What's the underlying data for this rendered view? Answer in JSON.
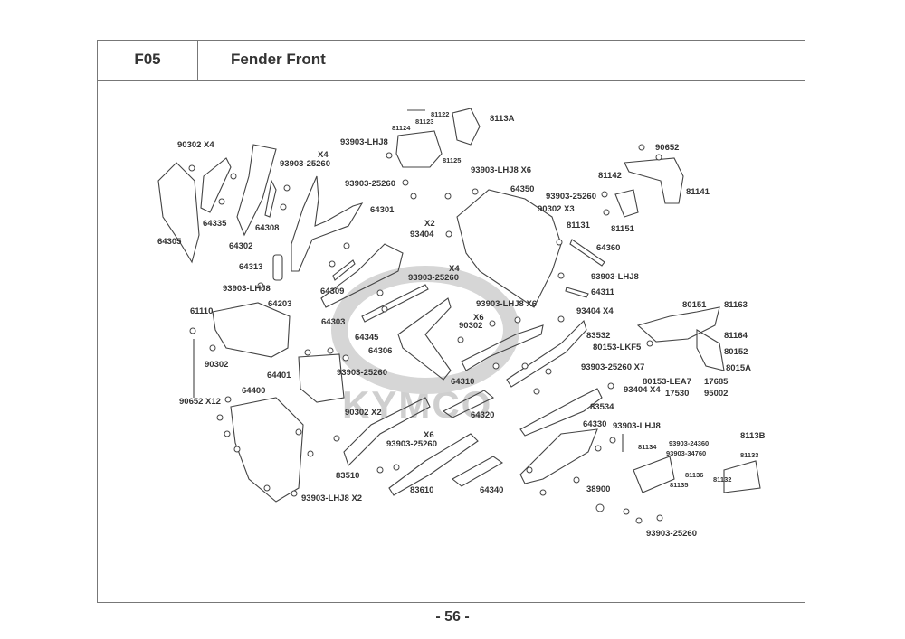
{
  "header": {
    "section_code": "F05",
    "title": "Fender Front"
  },
  "watermark": {
    "brand": "KYMCO"
  },
  "footer": {
    "page_number": "- 56 -"
  },
  "labels": [
    {
      "id": "l01",
      "text": "90302   X4"
    },
    {
      "id": "l02",
      "text": "64335"
    },
    {
      "id": "l03",
      "text": "64305"
    },
    {
      "id": "l04",
      "text": "64302"
    },
    {
      "id": "l05",
      "text": "64308"
    },
    {
      "id": "l06",
      "text": "X4"
    },
    {
      "id": "l07",
      "text": "93903-25260"
    },
    {
      "id": "l08",
      "text": "93903-LHJ8"
    },
    {
      "id": "l09",
      "text": "81122"
    },
    {
      "id": "l10",
      "text": "81123"
    },
    {
      "id": "l11",
      "text": "81124"
    },
    {
      "id": "l12",
      "text": "81125"
    },
    {
      "id": "l13",
      "text": "8113A"
    },
    {
      "id": "l14",
      "text": "93903-25260"
    },
    {
      "id": "l15",
      "text": "64301"
    },
    {
      "id": "l16",
      "text": "93903-LHJ8 X6"
    },
    {
      "id": "l17",
      "text": "64350"
    },
    {
      "id": "l18",
      "text": "X2"
    },
    {
      "id": "l19",
      "text": "93404"
    },
    {
      "id": "l20",
      "text": "93903-25260"
    },
    {
      "id": "l21",
      "text": "90302  X3"
    },
    {
      "id": "l22",
      "text": "81131"
    },
    {
      "id": "l23",
      "text": "90652"
    },
    {
      "id": "l24",
      "text": "81142"
    },
    {
      "id": "l25",
      "text": "81141"
    },
    {
      "id": "l26",
      "text": "81151"
    },
    {
      "id": "l27",
      "text": "64360"
    },
    {
      "id": "l28",
      "text": "93903-LHJ8"
    },
    {
      "id": "l29",
      "text": "64311"
    },
    {
      "id": "l30",
      "text": "64313"
    },
    {
      "id": "l31",
      "text": "93903-LHJ8"
    },
    {
      "id": "l32",
      "text": "64309"
    },
    {
      "id": "l33",
      "text": "X4"
    },
    {
      "id": "l34",
      "text": "93903-25260"
    },
    {
      "id": "l35",
      "text": "64203"
    },
    {
      "id": "l36",
      "text": "64303"
    },
    {
      "id": "l37",
      "text": "61110"
    },
    {
      "id": "l38",
      "text": "64345"
    },
    {
      "id": "l39",
      "text": "64306"
    },
    {
      "id": "l40",
      "text": "93903-LHJ8 X6"
    },
    {
      "id": "l41",
      "text": "X6"
    },
    {
      "id": "l42",
      "text": "90302"
    },
    {
      "id": "l43",
      "text": "93404   X4"
    },
    {
      "id": "l44",
      "text": "83532"
    },
    {
      "id": "l45",
      "text": "80151"
    },
    {
      "id": "l46",
      "text": "81163"
    },
    {
      "id": "l47",
      "text": "81164"
    },
    {
      "id": "l48",
      "text": "80153-LKF5"
    },
    {
      "id": "l49",
      "text": "80152"
    },
    {
      "id": "l50",
      "text": "8015A"
    },
    {
      "id": "l51",
      "text": "90302"
    },
    {
      "id": "l52",
      "text": "64401"
    },
    {
      "id": "l53",
      "text": "93903-25260"
    },
    {
      "id": "l54",
      "text": "64310"
    },
    {
      "id": "l55",
      "text": "93903-25260 X7"
    },
    {
      "id": "l56",
      "text": "80153-LEA7"
    },
    {
      "id": "l57",
      "text": "17685"
    },
    {
      "id": "l58",
      "text": "93404  X4"
    },
    {
      "id": "l59",
      "text": "17530"
    },
    {
      "id": "l60",
      "text": "95002"
    },
    {
      "id": "l61",
      "text": "90652  X12"
    },
    {
      "id": "l62",
      "text": "64400"
    },
    {
      "id": "l63",
      "text": "90302  X2"
    },
    {
      "id": "l64",
      "text": "64320"
    },
    {
      "id": "l65",
      "text": "83534"
    },
    {
      "id": "l66",
      "text": "64330"
    },
    {
      "id": "l67",
      "text": "93903-LHJ8"
    },
    {
      "id": "l68",
      "text": "8113B"
    },
    {
      "id": "l69",
      "text": "X6"
    },
    {
      "id": "l70",
      "text": "93903-25260"
    },
    {
      "id": "l71",
      "text": "81134"
    },
    {
      "id": "l72",
      "text": "93903-24360"
    },
    {
      "id": "l73",
      "text": "93903-34760"
    },
    {
      "id": "l74",
      "text": "81133"
    },
    {
      "id": "l75",
      "text": "81136"
    },
    {
      "id": "l76",
      "text": "81132"
    },
    {
      "id": "l77",
      "text": "81135"
    },
    {
      "id": "l78",
      "text": "83510"
    },
    {
      "id": "l79",
      "text": "83610"
    },
    {
      "id": "l80",
      "text": "64340"
    },
    {
      "id": "l81",
      "text": "38900"
    },
    {
      "id": "l82",
      "text": "93903-LHJ8 X2"
    },
    {
      "id": "l83",
      "text": "93903-25260"
    }
  ]
}
